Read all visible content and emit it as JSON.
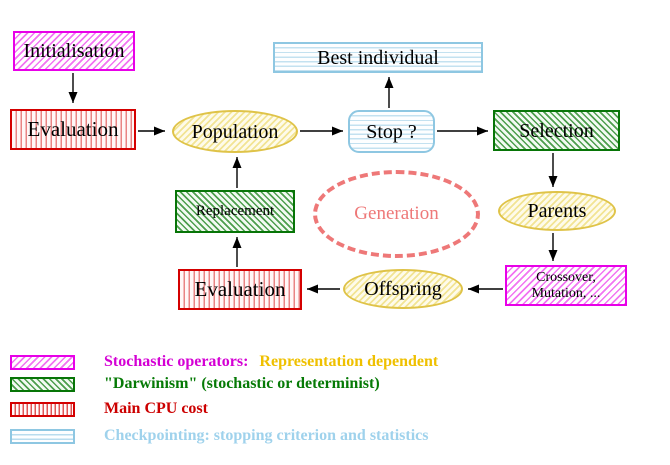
{
  "colors": {
    "magenta": "#e800e8",
    "green": "#067a06",
    "red": "#d40000",
    "cyan_border": "#8ec7e2",
    "cyan_text": "#9fd2ec",
    "yellow_node_border": "#dfc348",
    "gold_text": "#efc000",
    "salmon": "#ee7878",
    "arrow": "#000000"
  },
  "diagram": {
    "nodes": {
      "initialisation": {
        "label": "Initialisation"
      },
      "best_individual": {
        "label": "Best individual"
      },
      "evaluation_top": {
        "label": "Evaluation"
      },
      "population": {
        "label": "Population"
      },
      "stop": {
        "label": "Stop ?"
      },
      "selection": {
        "label": "Selection"
      },
      "replacement": {
        "label": "Replacement"
      },
      "generation": {
        "label": "Generation"
      },
      "parents": {
        "label": "Parents"
      },
      "crossover": {
        "line1": "Crossover,",
        "line2": "Mutation, ..."
      },
      "offspring": {
        "label": "Offspring"
      },
      "evaluation_bottom": {
        "label": "Evaluation"
      }
    },
    "edges": [
      {
        "from": "initialisation",
        "to": "evaluation_top"
      },
      {
        "from": "evaluation_top",
        "to": "population"
      },
      {
        "from": "population",
        "to": "stop"
      },
      {
        "from": "stop",
        "to": "best_individual"
      },
      {
        "from": "stop",
        "to": "selection"
      },
      {
        "from": "selection",
        "to": "parents"
      },
      {
        "from": "parents",
        "to": "crossover"
      },
      {
        "from": "crossover",
        "to": "offspring"
      },
      {
        "from": "offspring",
        "to": "evaluation_bottom"
      },
      {
        "from": "evaluation_bottom",
        "to": "replacement"
      },
      {
        "from": "replacement",
        "to": "population"
      }
    ]
  },
  "legend": {
    "items": [
      {
        "swatch": "magenta-diagonal-hatch",
        "label": "Stochastic operators:",
        "label2": "Representation dependent"
      },
      {
        "swatch": "green-diagonal-hatch",
        "label": "\"Darwinism\" (stochastic or determinist)",
        "label2": ""
      },
      {
        "swatch": "red-vertical-stripes",
        "label": "Main CPU cost",
        "label2": ""
      },
      {
        "swatch": "cyan-horizontal-stripes",
        "label": "Checkpointing: stopping criterion and statistics",
        "label2": ""
      }
    ]
  }
}
